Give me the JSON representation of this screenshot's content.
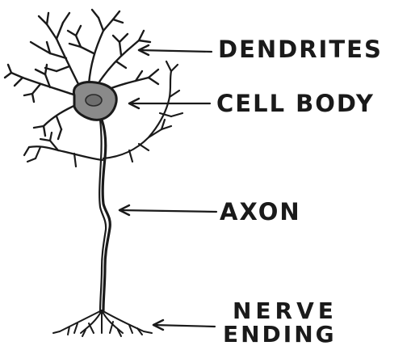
{
  "diagram": {
    "labels": {
      "dendrites": "DENDRITES",
      "cell_body": "CELL BODY",
      "axon": "AXON",
      "nerve_ending_line1": "NERVE",
      "nerve_ending_line2": "ENDING"
    },
    "colors": {
      "ink": "#1a1a1a",
      "cell_fill": "#8a8a8a",
      "background": "#ffffff"
    }
  }
}
